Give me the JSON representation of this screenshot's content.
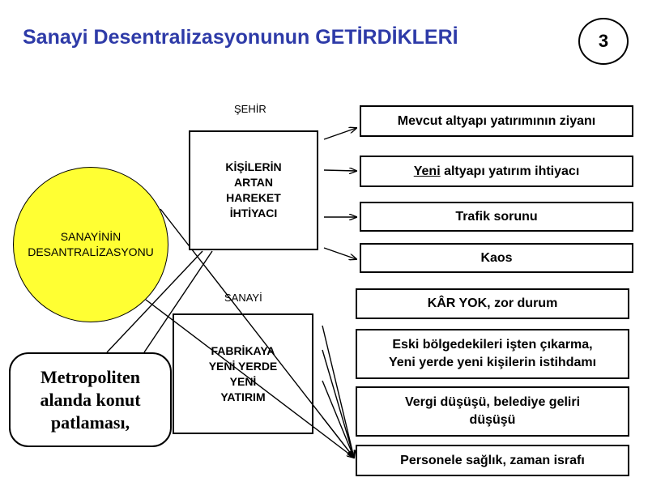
{
  "title": "Sanayi Desentralizasyonunun GETİRDİKLERİ",
  "page_number": "3",
  "sehir_label": "ŞEHİR",
  "sanayi_label": "SANAYİ",
  "circle": {
    "line1": "SANAYİNİN",
    "line2": "DESANTRALİZASYONU"
  },
  "top_box": {
    "line1": "KİŞİLERİN",
    "line2": "ARTAN",
    "line3": "HAREKET",
    "line4": "İHTİYACI"
  },
  "bottom_box": {
    "line1": "FABRİKAYA",
    "line2": "YENİ YERDE",
    "line3": "YENİ",
    "line4": "YATIRIM"
  },
  "callout": {
    "line1": "Metropoliten",
    "line2": "alanda konut",
    "line3": "patlaması,"
  },
  "effects": {
    "e1": "Mevcut altyapı yatırımının ziyanı",
    "e2_under": "Yeni",
    "e2_rest": " altyapı yatırım ihtiyacı",
    "e3": "Trafik sorunu",
    "e4": "Kaos",
    "e5": "KÂR YOK, zor durum",
    "e6_line1": "Eski bölgedekileri işten çıkarma,",
    "e6_line2": "Yeni yerde yeni kişilerin istihdamı",
    "e7_line1": "Vergi düşüşü, belediye geliri",
    "e7_line2": "düşüşü",
    "e8": "Personele sağlık, zaman israfı"
  }
}
